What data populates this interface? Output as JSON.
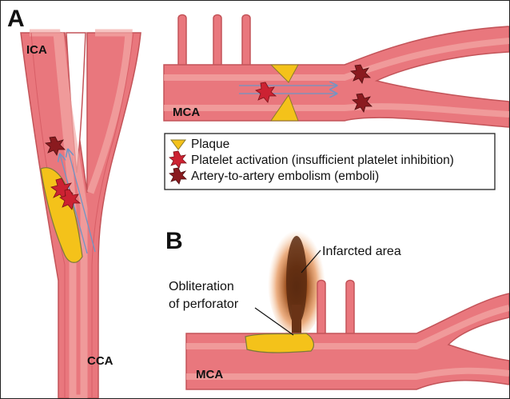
{
  "panels": {
    "a": "A",
    "b": "B"
  },
  "vessels": {
    "ica": "ICA",
    "cca": "CCA",
    "mca_a": "MCA",
    "mca_b": "MCA"
  },
  "legend": {
    "items": [
      {
        "icon": "plaque-icon",
        "label": "Plaque"
      },
      {
        "icon": "platelet-activation-icon",
        "label": "Platelet activation (insufficient platelet inhibition)"
      },
      {
        "icon": "embolus-icon",
        "label": "Artery-to-artery embolism (emboli)"
      }
    ]
  },
  "annotations": {
    "infarcted_area": "Infarcted area",
    "obliteration_line1": "Obliteration",
    "obliteration_line2": "of perforator"
  },
  "colors": {
    "vessel_wall": "#e9777d",
    "vessel_lumen": "#f2a9a6",
    "plaque": "#f4c21a",
    "platelet": "#cc2232",
    "embolus": "#8a1a1f",
    "flow_arrow": "#6f96c6"
  }
}
